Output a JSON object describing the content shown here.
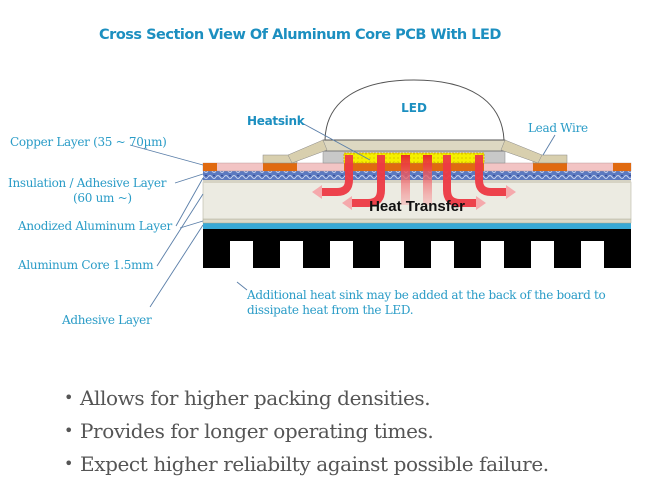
{
  "title": "Cross Section View Of Aluminum Core PCB With LED",
  "labels": {
    "copper_layer": "Copper Layer (35 ~ 70µm)",
    "insulation_layer_line1": "Insulation / Adhesive Layer",
    "insulation_layer_line2": "(60 um ~)",
    "anodized_layer": "Anodized Aluminum Layer",
    "aluminum_core": "Aluminum Core 1.5mm",
    "adhesive_layer": "Adhesive Layer",
    "heatsink": "Heatsink",
    "led": "LED",
    "lead_wire": "Lead Wire",
    "heat_transfer": "Heat Transfer"
  },
  "note": "Additional heat sink may be added at the back of the board to dissipate heat from the LED.",
  "bullets": [
    "Allows for higher packing densities.",
    "Provides for longer operating times.",
    "Expect higher reliabilty against possible failure."
  ],
  "colors": {
    "label_blue": "#2a9cc7",
    "title_blue": "#1c8fc0",
    "copper": "#e06a10",
    "insulation": "#5b79c0",
    "aluminum_core": "#ecebe2",
    "anodized": "#39a9d6",
    "heat": "#e8202a",
    "heatsink_yellow": "#f5f000",
    "bullet_text": "#555555"
  }
}
